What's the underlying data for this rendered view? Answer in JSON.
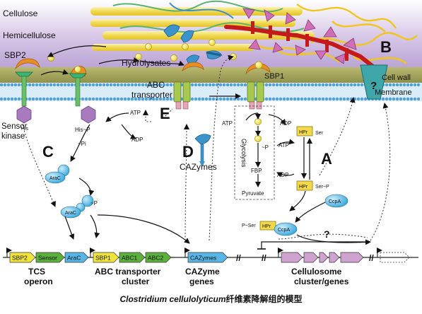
{
  "labels": {
    "cellulose": "Cellulose",
    "hemicellulose": "Hemicellulose",
    "hydrolysates": "Hydrolysates",
    "sbp2": "SBP2",
    "sbp1": "SBP1",
    "abc_transporter_line1": "ABC",
    "abc_transporter_line2": "transporter",
    "cell_wall": "Cell wall",
    "membrane": "Membrane",
    "sensor_line1": "Sensor",
    "sensor_line2": "kinase",
    "his": "His",
    "his_p": "His~P",
    "atp": "ATP",
    "adp": "ADP",
    "pi": "~Pi",
    "arac": "AraC",
    "p": "~P",
    "glycolysis": "Glycolysis",
    "fbp": "FBP",
    "pyruvate": "Pyruvate",
    "hpr": "HPr",
    "ser": "Ser",
    "ser_p": "Ser~P",
    "p_ser": "P~Ser",
    "ccpa": "CcpA",
    "cazymes": "CAZymes",
    "question": "?",
    "slash": "//"
  },
  "panel_letters": {
    "a": "A",
    "b": "B",
    "c": "C",
    "d": "D",
    "e": "E"
  },
  "genes": {
    "tcs": [
      "SBP2",
      "Sensor",
      "AraC"
    ],
    "abc": [
      "SBP1",
      "ABC1",
      "ABC2"
    ],
    "cazymes": "CAZymes"
  },
  "gene_groups": {
    "tcs_line1": "TCS",
    "tcs_line2": "operon",
    "abc_line1": "ABC transporter",
    "abc_line2": "cluster",
    "caz_line1": "CAZyme",
    "caz_line2": "genes",
    "cel_line1": "Cellulosome",
    "cel_line2": "cluster/genes"
  },
  "caption": {
    "organism": "Clostridium cellulolyticum",
    "text": "纤维素降解组的模型"
  },
  "colors": {
    "extracellular": "#c9b6dd",
    "cell_wall": "#9fa15a",
    "membrane": "#9ec8ea",
    "cytoplasm": "#ffffff",
    "gene_yellow": "#f0e43a",
    "gene_green": "#5cb03c",
    "gene_blue": "#58b6e6",
    "gene_pink": "#cfa2cf",
    "scaffoldin": "#c51a1a",
    "cellulose": "#f3e26a",
    "hpr_box": "#f2d84a"
  }
}
